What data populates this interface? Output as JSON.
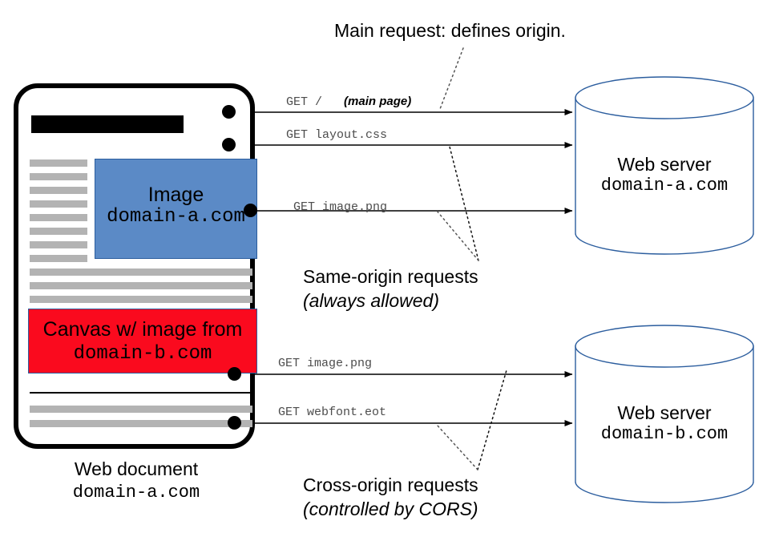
{
  "diagram": {
    "title_note": "Main request: defines origin.",
    "document": {
      "caption_name": "Web document",
      "caption_domain": "domain-a.com",
      "image_block": {
        "line1": "Image",
        "line2": "domain-a.com"
      },
      "canvas_block": {
        "line1": "Canvas w/ image from",
        "line2": "domain-b.com"
      }
    },
    "requests": [
      {
        "method_path": "GET /",
        "note": "(main page)"
      },
      {
        "method_path": "GET layout.css",
        "note": ""
      },
      {
        "method_path": "GET image.png",
        "note": ""
      },
      {
        "method_path": "GET image.png",
        "note": ""
      },
      {
        "method_path": "GET webfont.eot",
        "note": ""
      }
    ],
    "servers": [
      {
        "name": "Web server",
        "domain": "domain-a.com"
      },
      {
        "name": "Web server",
        "domain": "domain-b.com"
      }
    ],
    "annotations": [
      {
        "title": "Same-origin requests",
        "subtitle": "(always allowed)"
      },
      {
        "title": "Cross-origin requests",
        "subtitle": "(controlled by CORS)"
      }
    ],
    "colors": {
      "image_fill": "#5b8ac6",
      "canvas_fill": "#fa0a1e",
      "text_line": "#b3b3b3",
      "server_stroke": "#2b5d9e",
      "frame": "#000000"
    }
  }
}
